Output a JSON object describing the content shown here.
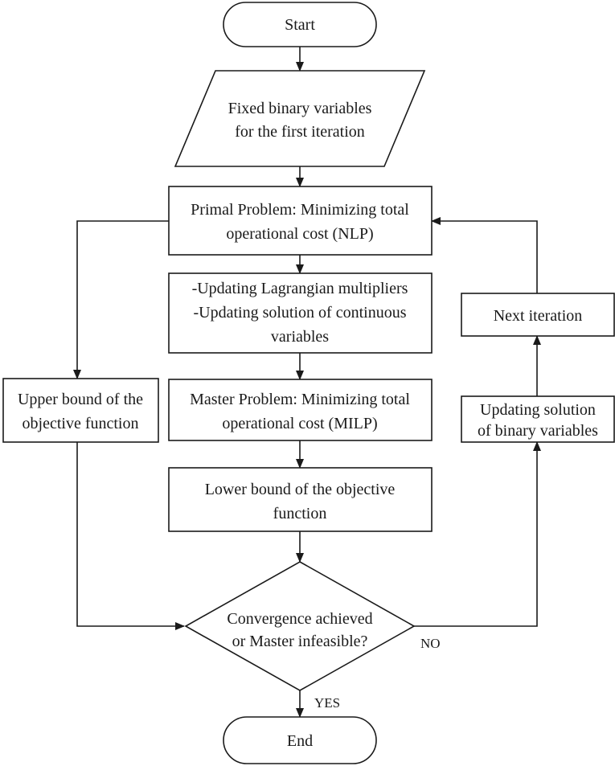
{
  "nodes": {
    "start": {
      "label": "Start"
    },
    "fixed_binary": {
      "lines": [
        "Fixed binary variables",
        "for the first iteration"
      ]
    },
    "primal": {
      "lines": [
        "Primal Problem: Minimizing total",
        "operational cost (NLP)"
      ]
    },
    "updating_multipliers": {
      "lines": [
        "-Updating Lagrangian multipliers",
        "-Updating solution of  continuous",
        "variables"
      ]
    },
    "master": {
      "lines": [
        "Master Problem: Minimizing total",
        "operational cost (MILP)"
      ]
    },
    "lower_bound": {
      "lines": [
        "Lower bound of the objective",
        "function"
      ]
    },
    "upper_bound": {
      "lines": [
        "Upper bound of the",
        "objective function"
      ]
    },
    "decision": {
      "lines": [
        "Convergence achieved",
        "or Master infeasible?"
      ]
    },
    "next_iteration": {
      "label": "Next iteration"
    },
    "updating_binary": {
      "lines": [
        "Updating solution",
        "of binary variables"
      ]
    },
    "end": {
      "label": "End"
    }
  },
  "edge_labels": {
    "no": "NO",
    "yes": "YES"
  }
}
